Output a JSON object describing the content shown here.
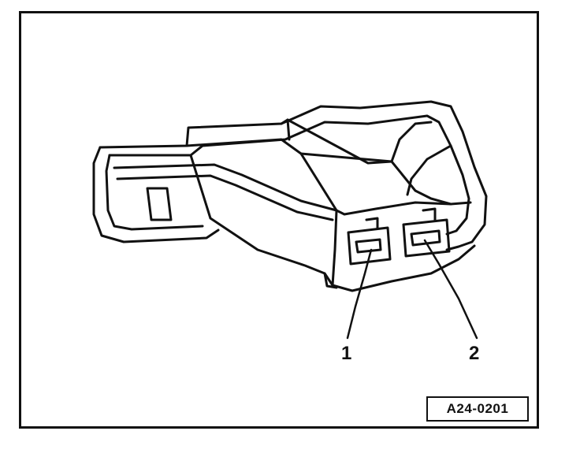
{
  "callouts": [
    {
      "number": "1"
    },
    {
      "number": "2"
    }
  ],
  "figure_id": "A24-0201",
  "colors": {
    "line": "#111111",
    "background": "#ffffff"
  }
}
